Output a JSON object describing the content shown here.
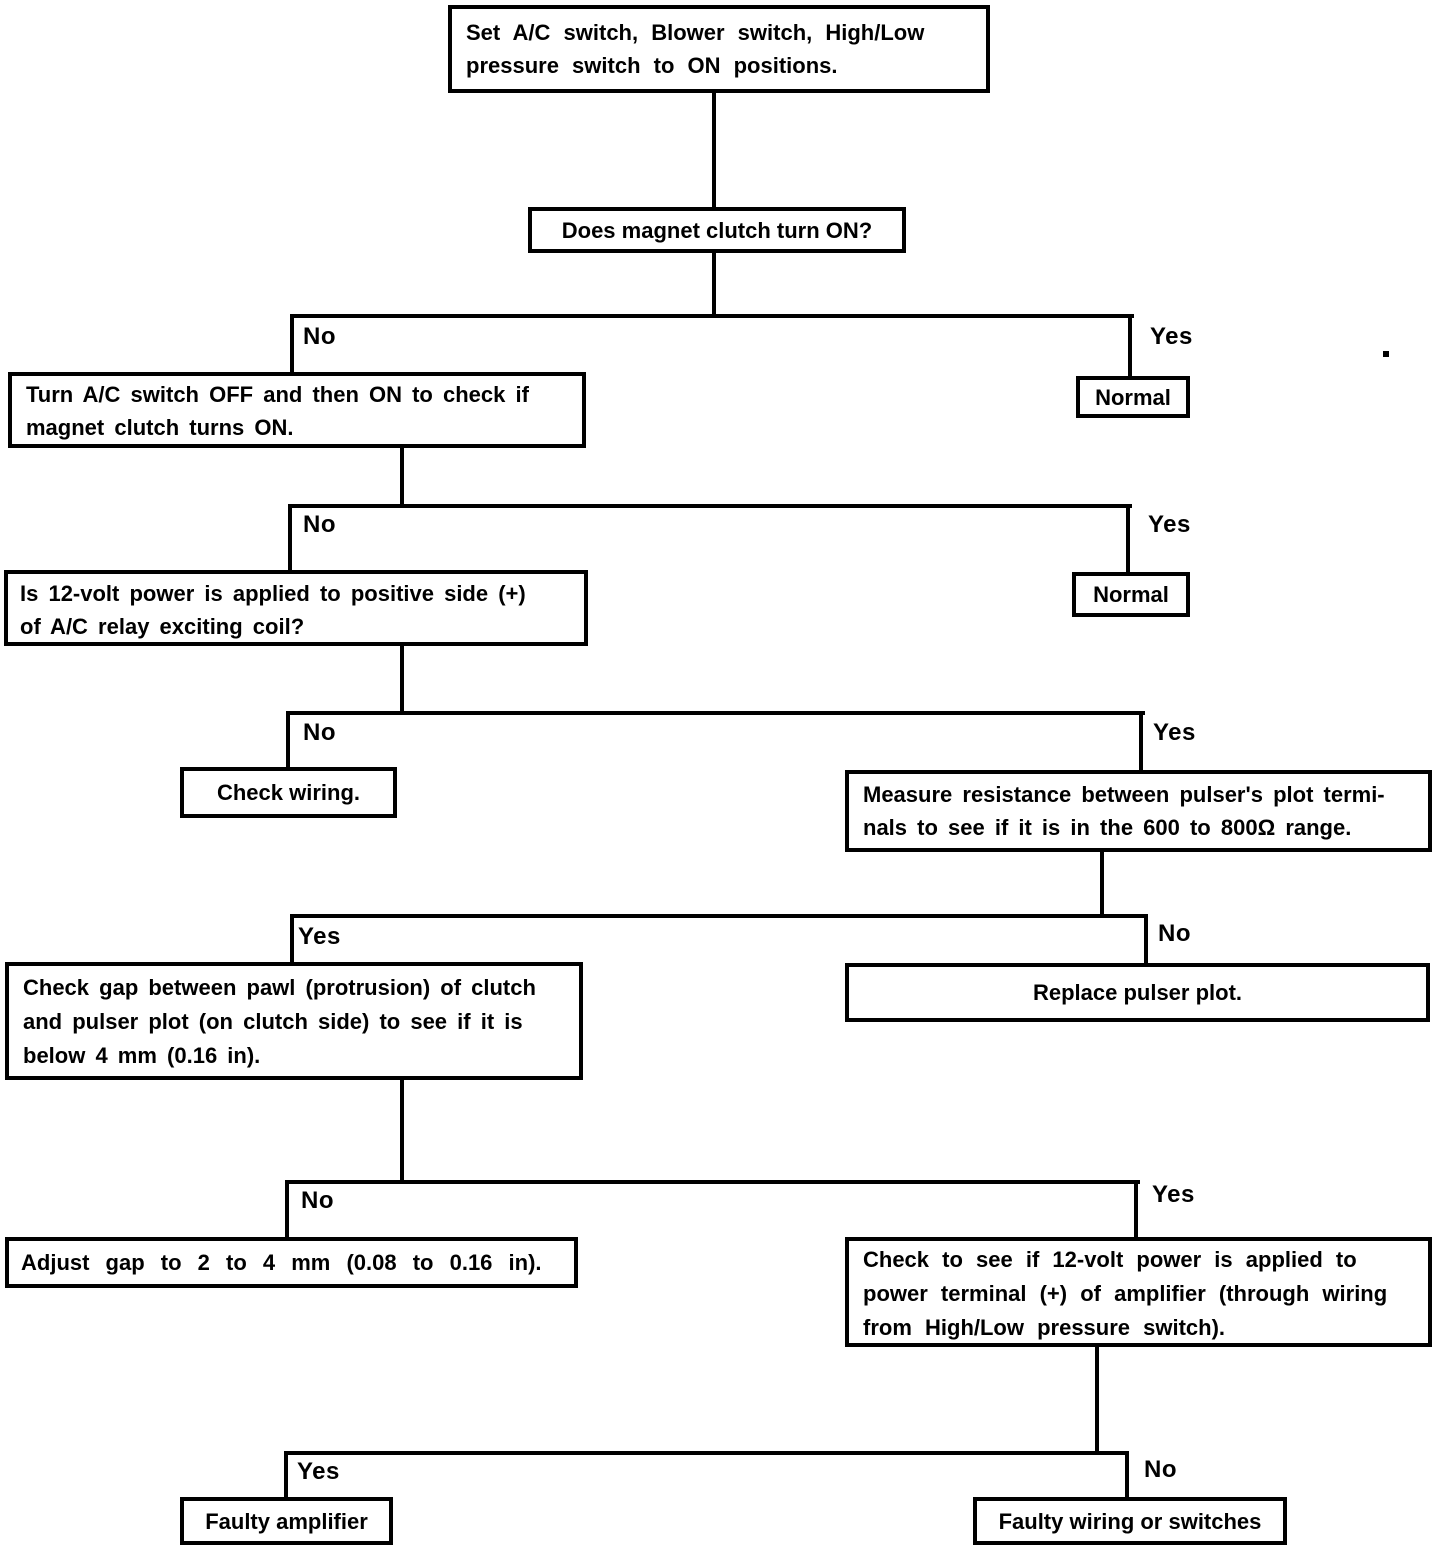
{
  "labels": {
    "yes": "Yes",
    "no": "No"
  },
  "nodes": {
    "start": "Set A/C switch, Blower switch, High/Low\npressure switch to ON positions.",
    "clutch_question": "Does magnet clutch turn ON?",
    "retry_ac_switch": "Turn A/C switch OFF and then ON to check if\nmagnet clutch turns ON.",
    "normal_1": "Normal",
    "relay_power_question": "Is 12-volt power is applied to positive side (+)\nof A/C relay exciting coil?",
    "normal_2": "Normal",
    "check_wiring": "Check wiring.",
    "measure_resistance": "Measure resistance between pulser's plot termi-\nnals to see if it is in the 600 to 800Ω range.",
    "check_gap": "Check gap between pawl (protrusion) of clutch\nand pulser plot (on clutch side) to see if it is\nbelow 4 mm (0.16 in).",
    "replace_pulser_plot": "Replace pulser plot.",
    "adjust_gap": "Adjust gap to 2 to 4 mm (0.08 to 0.16 in).",
    "amplifier_power_check": "Check to see if 12-volt power is applied to\npower terminal (+) of amplifier (through wiring\nfrom High/Low pressure switch).",
    "faulty_amplifier": "Faulty amplifier",
    "faulty_wiring": "Faulty wiring or switches"
  }
}
